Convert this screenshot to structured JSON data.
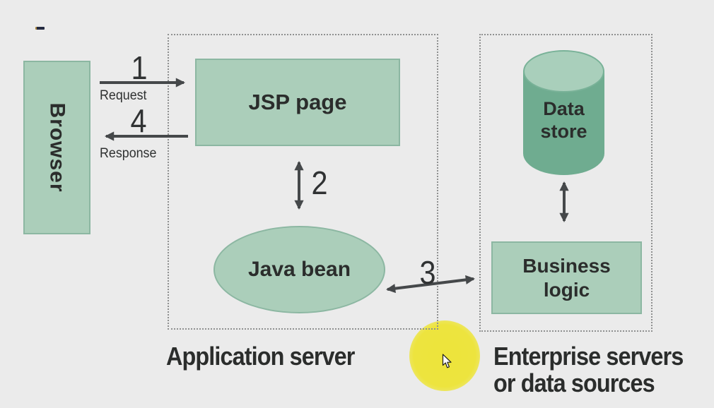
{
  "colors": {
    "background": "#ebebeb",
    "node_fill": "#abceba",
    "node_border": "#8cb7a2",
    "cylinder_body": "#6fac90",
    "cylinder_top": "#a9cfbb",
    "container_border": "#8f9090",
    "arrow": "#45484a",
    "text": "#2b2d2c",
    "cursor_highlight": "#ede435"
  },
  "nodes": {
    "browser": {
      "label": "Browser"
    },
    "jsp_page": {
      "label": "JSP page"
    },
    "java_bean": {
      "label": "Java bean"
    },
    "data_store": {
      "line1": "Data",
      "line2": "store"
    },
    "business_logic": {
      "line1": "Business",
      "line2": "logic"
    }
  },
  "containers": {
    "application_server": {
      "caption": "Application server"
    },
    "enterprise": {
      "caption_line1": "Enterprise servers",
      "caption_line2": "or data sources"
    }
  },
  "flows": {
    "request": {
      "number": "1",
      "label": "Request"
    },
    "response": {
      "number": "4",
      "label": "Response"
    },
    "jsp_to_bean": {
      "number": "2"
    },
    "bean_to_business": {
      "number": "3"
    }
  },
  "cursor": {
    "type": "arrow-pointer"
  }
}
